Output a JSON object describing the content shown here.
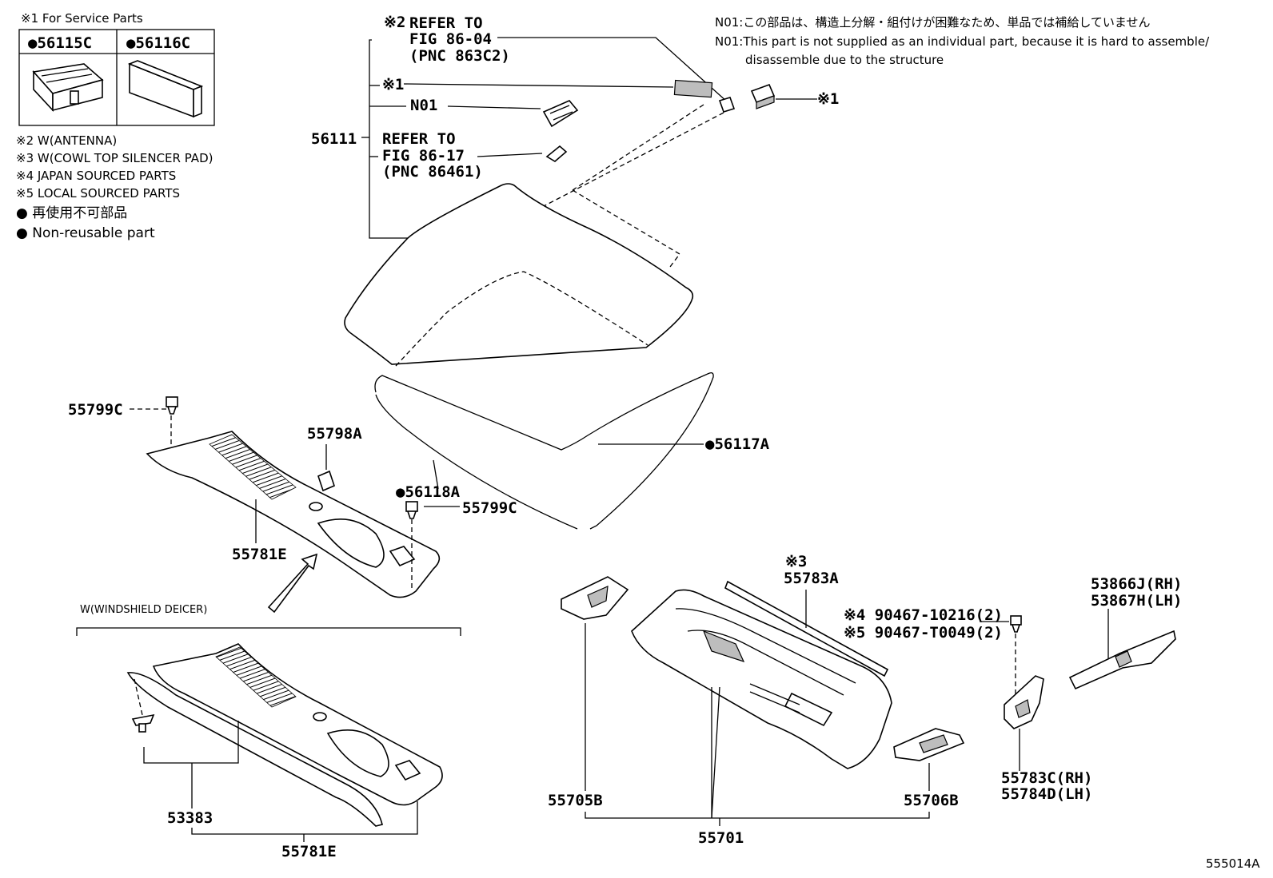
{
  "service_box": {
    "title": "※1 For Service Parts",
    "left_part": "●56115C",
    "right_part": "●56116C"
  },
  "legend": [
    "※2 W(ANTENNA)",
    "※3 W(COWL TOP SILENCER PAD)",
    "※4 JAPAN SOURCED PARTS",
    "※5 LOCAL SOURCED PARTS",
    "● 再使用不可部品",
    "● Non-reusable part"
  ],
  "notes": {
    "n01_jp": "N01:この部品は、構造上分解・組付けが困難なため、単品では補給していません",
    "n01_en_1": "N01:This part is not supplied as an individual part, because it is hard to assemble/",
    "n01_en_2": "disassemble due to the structure"
  },
  "callouts": {
    "mark_2": "※2",
    "refer_86_04": [
      "REFER TO",
      "FIG 86-04",
      "(PNC 863C2)"
    ],
    "mark_1_a": "※1",
    "n01": "N01",
    "p56111": "56111",
    "refer_86_17": [
      "REFER TO",
      "FIG 86-17",
      "(PNC 86461)"
    ],
    "mark_1_b": "※1",
    "p56117A": "●56117A",
    "p56118A": "●56118A",
    "p55799C_a": "55799C",
    "p55798A": "55798A",
    "p55799C_b": "55799C",
    "p55781E_a": "55781E",
    "deicer": "W(WINDSHIELD DEICER)",
    "mark_3": "※3",
    "p55783A": "55783A",
    "p90467_10216": "※4 90467-10216(2)",
    "p90467_T0049": "※5 90467-T0049(2)",
    "p53866J": "53866J(RH)",
    "p53867H": "53867H(LH)",
    "p55783C": "55783C(RH)",
    "p55784D": "55784D(LH)",
    "p55705B": "55705B",
    "p55706B": "55706B",
    "p55701": "55701",
    "p53383": "53383",
    "p55781E_b": "55781E",
    "fig_id": "555014A"
  }
}
